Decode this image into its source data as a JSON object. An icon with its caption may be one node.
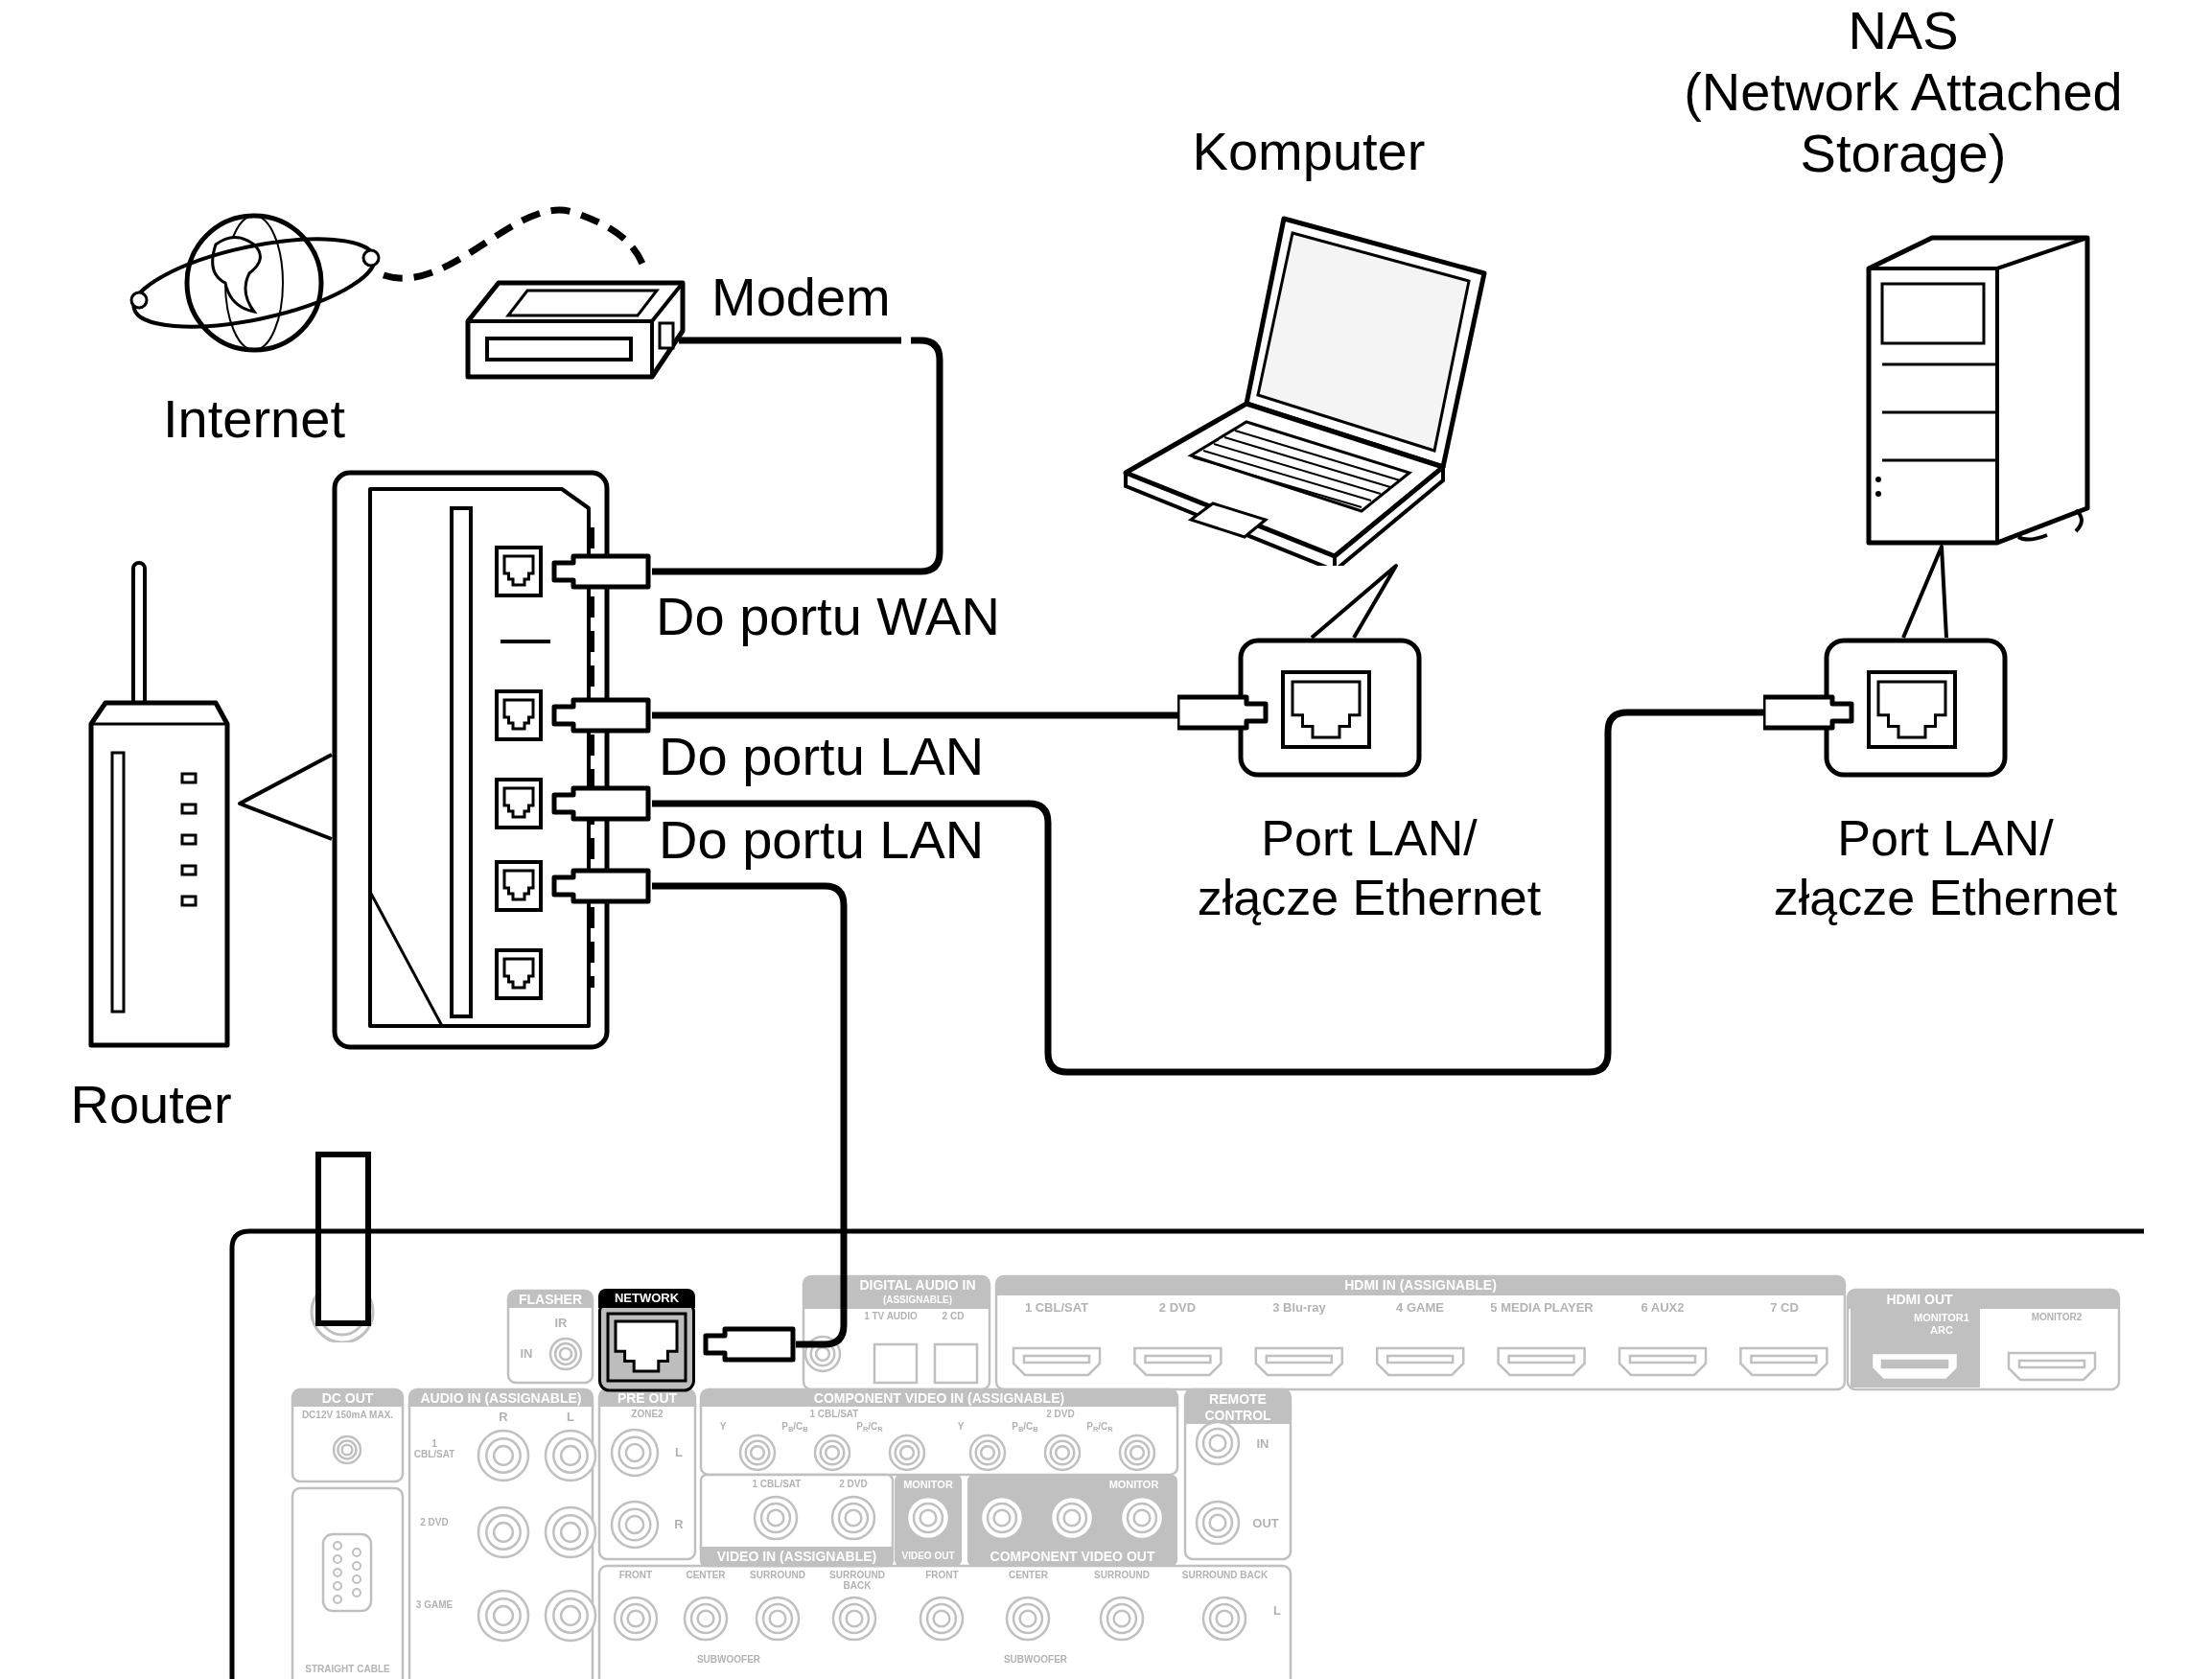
{
  "diagram": {
    "nodes": [
      {
        "text": [
          "Internet"
        ]
      },
      {
        "text": [
          "Modem"
        ]
      },
      {
        "text": [
          "Router"
        ]
      },
      {
        "text": [],
        "shape": "picture"
      },
      {
        "text": [
          "Komputer"
        ]
      },
      {
        "text": [
          "Port LAN/ złącze Ethernet"
        ]
      },
      {
        "text": [
          "NAS",
          "(Network Attached Storage)"
        ]
      },
      {
        "text": [
          "Port LAN/ złącze Ethernet"
        ]
      },
      {
        "text": [],
        "shape": "picture"
      },
      {
        "text": [
          "NETWORK"
        ],
        "in": 8
      }
    ],
    "edges": [
      {
        "from": 0,
        "to": 1,
        "arrow": "none",
        "style": "dashed"
      },
      {
        "from": 1,
        "to": 3,
        "arrow": "none"
      },
      {
        "from": 3,
        "to": 5,
        "arrow": "none"
      },
      {
        "from": 3,
        "to": 7,
        "arrow": "none"
      },
      {
        "from": 3,
        "to": 9,
        "arrow": "none"
      },
      {
        "from": 2,
        "to": 3,
        "arrow": "none"
      },
      {
        "from": 4,
        "to": 5,
        "arrow": "none"
      },
      {
        "from": 6,
        "to": 7,
        "arrow": "none"
      }
    ],
    "labels": [
      "Do portu WAN",
      "Do portu LAN",
      "Do portu LAN",
      "FLASHER",
      "IR",
      "IN",
      "DIGITAL AUDIO IN",
      "(ASSIGNABLE)",
      "1 TV AUDIO",
      "2 CD",
      "HDMI IN (ASSIGNABLE)",
      "1 CBL/SAT",
      "2 DVD",
      "3 Blu-ray",
      "4 GAME",
      "5 MEDIA PLAYER",
      "6 AUX2",
      "7 CD",
      "HDMI OUT",
      "MONITOR1 ARC",
      "MONITOR2",
      "DC OUT",
      "DC12V 150mA MAX.",
      "STRAIGHT CABLE",
      "AUDIO IN (ASSIGNABLE)",
      "R",
      "L",
      "1 CBL/SAT",
      "2 DVD",
      "3 GAME",
      "PRE OUT",
      "ZONE2",
      "L",
      "R",
      "COMPONENT VIDEO IN (ASSIGNABLE)",
      "1 CBL/SAT",
      "2 DVD",
      "Y",
      "P$_{B}$/C$_{B}$",
      "P$_{R}$/C$_{R}$",
      "Y",
      "P$_{B}$/C$_{B}$",
      "P$_{R}$/C$_{R}$",
      "1 CBL/SAT",
      "2 DVD",
      "VIDEO IN (ASSIGNABLE)",
      "MONITOR",
      "VIDEO OUT",
      "MONITOR",
      "COMPONENT VIDEO OUT",
      "REMOTE CONTROL",
      "IN",
      "OUT",
      "FRONT",
      "CENTER",
      "SURROUND",
      "SURROUND BACK",
      "FRONT",
      "CENTER",
      "SURROUND",
      "SURROUND BACK",
      "SUBWOOFER",
      "SUBWOOFER",
      "L"
    ]
  }
}
